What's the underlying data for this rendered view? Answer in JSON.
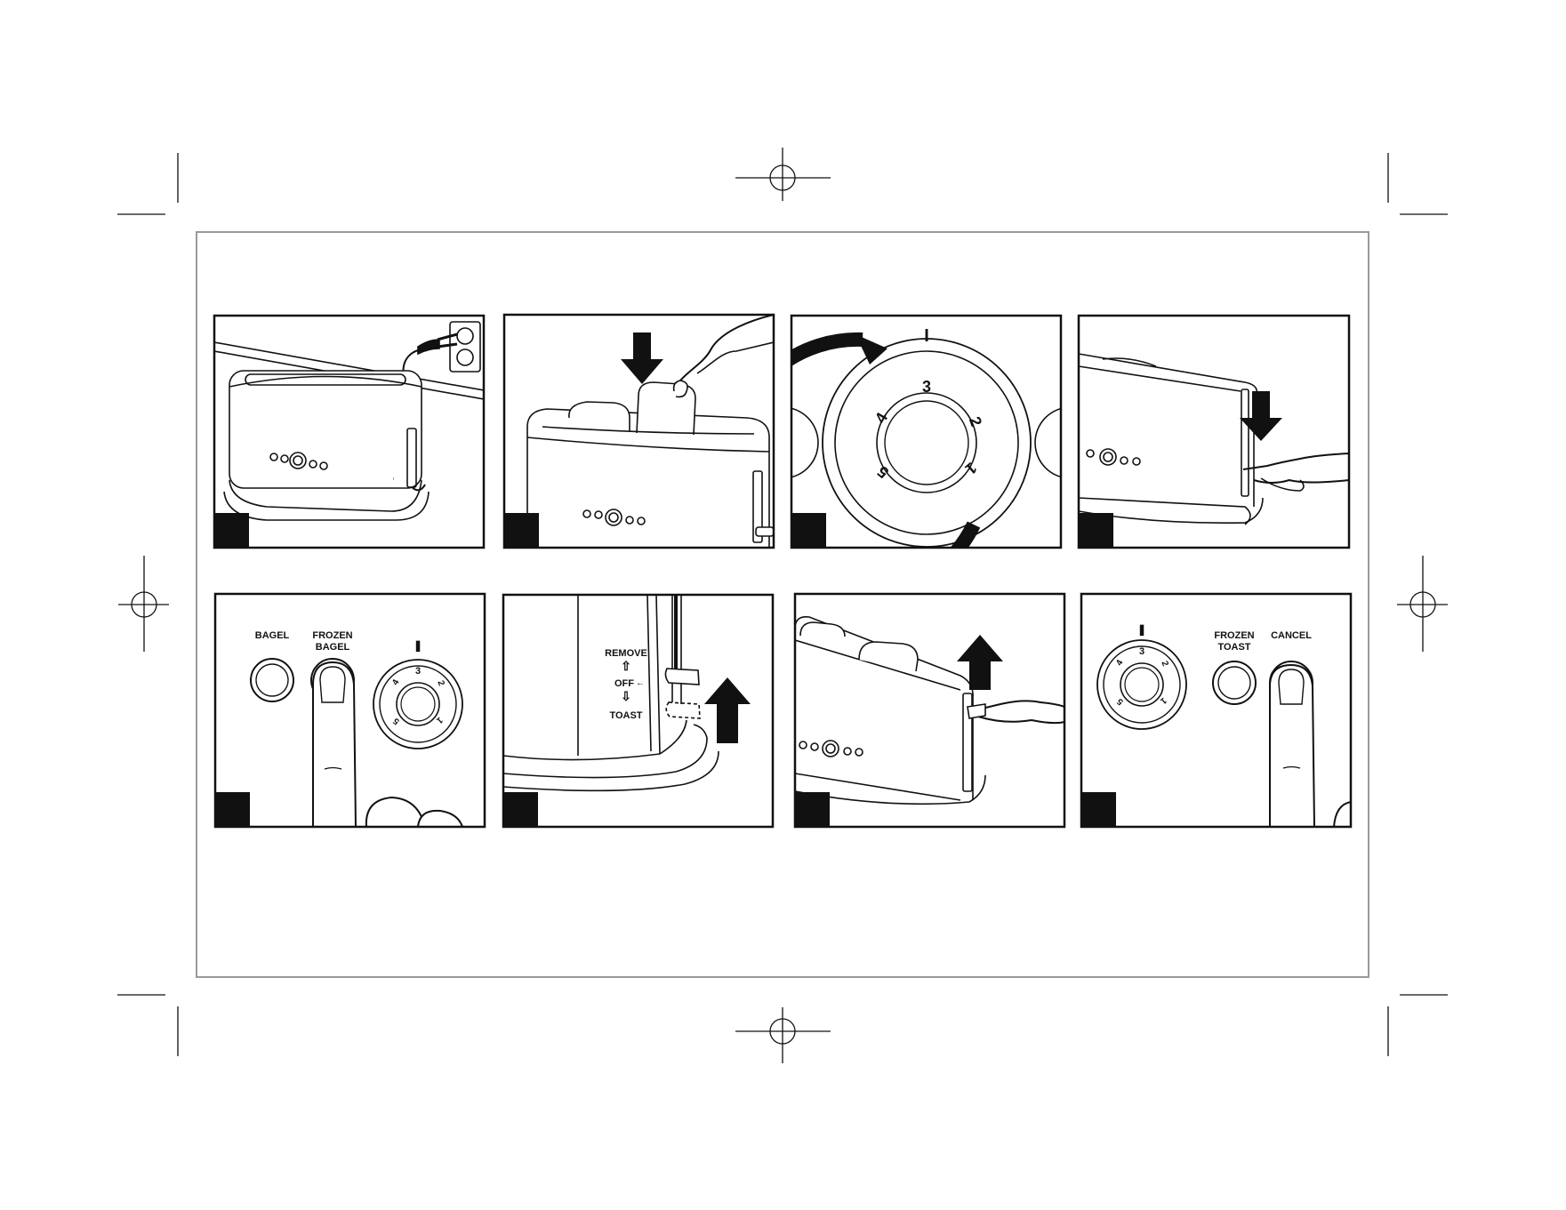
{
  "panels": [
    {
      "step_number": ""
    },
    {
      "step_number": ""
    },
    {
      "step_number": ""
    },
    {
      "step_number": ""
    },
    {
      "step_number": ""
    },
    {
      "step_number": ""
    },
    {
      "step_number": ""
    },
    {
      "step_number": ""
    }
  ],
  "dial": {
    "top_mark": "I",
    "numbers": [
      "1",
      "2",
      "3",
      "4",
      "5"
    ]
  },
  "slider_labels": {
    "remove": "REMOVE",
    "off": "OFF",
    "toast": "TOAST"
  },
  "buttons": {
    "bagel": "BAGEL",
    "frozen_bagel_line1": "FROZEN",
    "frozen_bagel_line2": "BAGEL",
    "frozen_toast_line1": "FROZEN",
    "frozen_toast_line2": "TOAST",
    "cancel": "CANCEL"
  },
  "colors": {
    "ink": "#111111",
    "frame": "#9a9a9a"
  }
}
